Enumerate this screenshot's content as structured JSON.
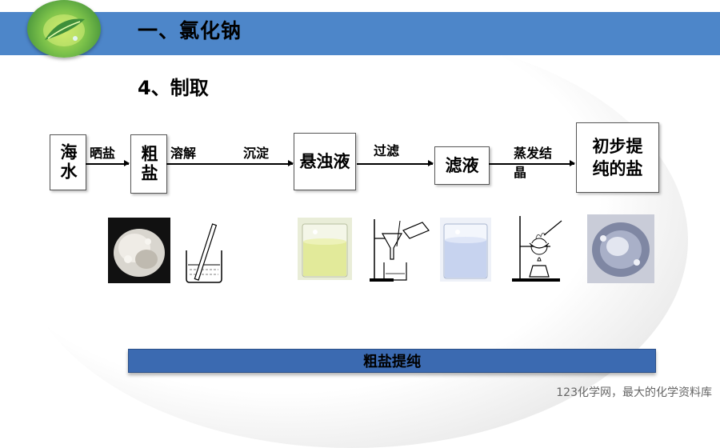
{
  "header": {
    "title": "一、氯化钠"
  },
  "section": {
    "subtitle": "4、制取"
  },
  "flow": {
    "box_seawater": "海水",
    "box_crude_salt": "粗盐",
    "box_suspension": "悬浊液",
    "box_filtrate": "滤液",
    "box_pure_salt": "初步提纯的盐",
    "step_sun_dry": "晒盐",
    "step_dissolve": "溶解",
    "step_settle": "沉淀",
    "step_filter": "过滤",
    "step_evaporate": "蒸发结晶"
  },
  "banner": {
    "label": "粗盐提纯"
  },
  "footer": {
    "watermark": "123化学网，最大的化学资料库"
  }
}
